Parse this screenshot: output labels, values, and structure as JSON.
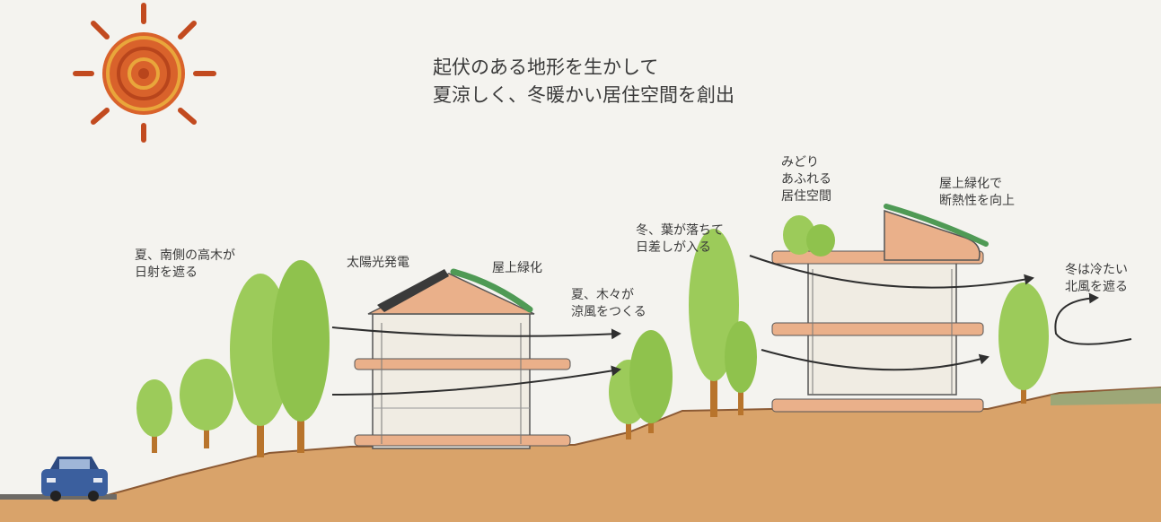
{
  "title": {
    "line1": "起伏のある地形を生かして",
    "line2": "夏涼しく、冬暖かい居住空間を創出"
  },
  "annotations": {
    "summer_south_trees": "夏、南側の高木が\n日射を遮る",
    "solar_power": "太陽光発電",
    "roof_greening_left": "屋上緑化",
    "summer_breeze": "夏、木々が\n涼風をつくる",
    "winter_leaves": "冬、葉が落ちて\n日差しが入る",
    "green_living": "みどり\nあふれる\n居住空間",
    "roof_greening_right": "屋上緑化で\n断熱性を向上",
    "winter_north_wind": "冬は冷たい\n北風を遮る"
  },
  "colors": {
    "sun": "#d9622b",
    "ground": "#d9a36a",
    "building": "#eab08a",
    "tree": "#9ccb5a",
    "trunk": "#b8742c",
    "car": "#3b5f9e",
    "wind": "#2f2f2f",
    "roof_green": "#4f9a55"
  },
  "icons": [
    "sun-icon",
    "car-icon",
    "tree-icon",
    "wind-arrow-icon",
    "solar-panel-icon"
  ]
}
